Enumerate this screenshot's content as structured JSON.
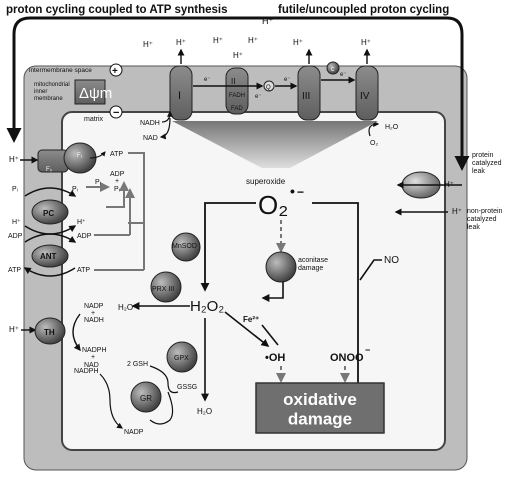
{
  "header": {
    "left_title": "proton cycling coupled to ATP synthesis",
    "right_title": "futile/uncoupled proton cycling",
    "top_h": "H⁺"
  },
  "compartments": {
    "intermembrane": "intermembrane space",
    "membrane": "mitochondrial\ninner\nmembrane",
    "matrix": "matrix",
    "plus": "+",
    "minus": "−",
    "delta_psi": "Δψm"
  },
  "etc": {
    "complex_I": "I",
    "complex_II": "II",
    "complex_III": "III",
    "complex_IV": "IV",
    "fadh": "FADH",
    "fad": "FAD",
    "q": "Q",
    "c": "c",
    "e": "e⁻",
    "nadh": "NADH",
    "nad": "NAD",
    "h2o": "H₂O",
    "o2": "O₂",
    "h_labels": [
      "H⁺",
      "H⁺",
      "H⁺",
      "H⁺",
      "H⁺",
      "H⁺",
      "H⁺"
    ]
  },
  "left_transport": {
    "h": "H⁺",
    "f0": "F₀",
    "f1": "F₁",
    "atp1": "ATP",
    "adp1": "ADP",
    "plus": "+",
    "pi1": "Pᵢ",
    "pi_left": "Pᵢ",
    "pi_right": "Pᵢ",
    "pi_out": "Pᵢ",
    "pc": "PC",
    "h_pc_left": "H⁺",
    "h_pc_right": "H⁺",
    "adp_left": "ADP",
    "adp_right": "ADP",
    "ant": "ANT",
    "atp_left": "ATP",
    "atp_right": "ATP",
    "th_h": "H⁺",
    "th": "TH",
    "nadp1": "NADP",
    "plus2": "+",
    "nadh1": "NADH",
    "nadph1": "NADPH",
    "plus3": "+",
    "nad1": "NAD"
  },
  "ros": {
    "superoxide": "superoxide",
    "o2_radical": "O₂",
    "dot": "•",
    "minus": "−",
    "mnsod": "MnSOD",
    "aconitase": "aconitase\ndamage",
    "fe": "Fe²⁺",
    "no": "NO",
    "prx": "PRX III",
    "h2o2": "H₂O₂",
    "h2o_prx": "H₂O",
    "gpx": "GPX",
    "gsh": "2 GSH",
    "gssg": "GSSG",
    "gr": "GR",
    "nadph": "NADPH",
    "nadp": "NADP",
    "h2o_gpx": "H₂O",
    "oh": "•OH",
    "onoo": "ONOO",
    "onoo_minus": "−",
    "damage": "oxidative\ndamage"
  },
  "leaks": {
    "h_ucp": "H⁺",
    "protein": "protein\ncatalyzed\nleak",
    "h_np": "H⁺",
    "nonprotein": "non-protein\ncatalyzed\nleak"
  }
}
